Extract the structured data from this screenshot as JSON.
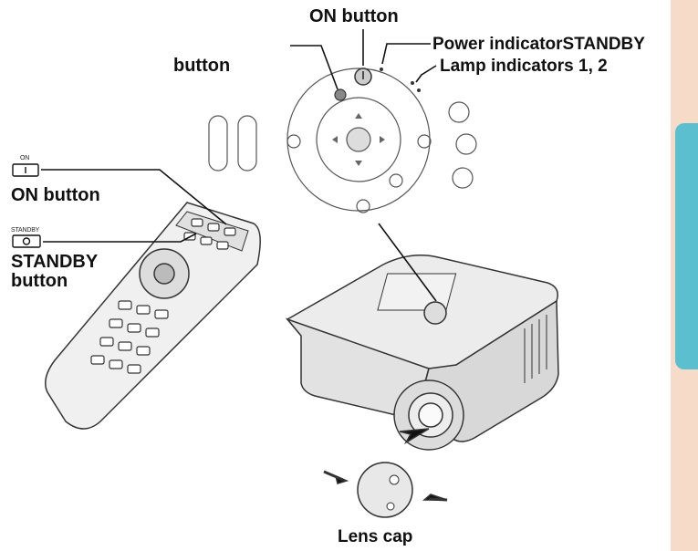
{
  "labels": {
    "on_button_top": "ON button",
    "power_indicator": "Power indicatorSTANDBY",
    "lamp_indicators": "Lamp indicators 1, 2",
    "button_top": "button",
    "remote_on_small": "ON",
    "remote_on_button": "ON button",
    "remote_standby_small": "STANDBY",
    "remote_standby_line1": "STANDBY",
    "remote_standby_line2": "button",
    "lens_cap": "Lens cap"
  },
  "colors": {
    "line": "#111111",
    "side_strip": "#f6dcc8",
    "side_tab": "#5bbfcf"
  }
}
